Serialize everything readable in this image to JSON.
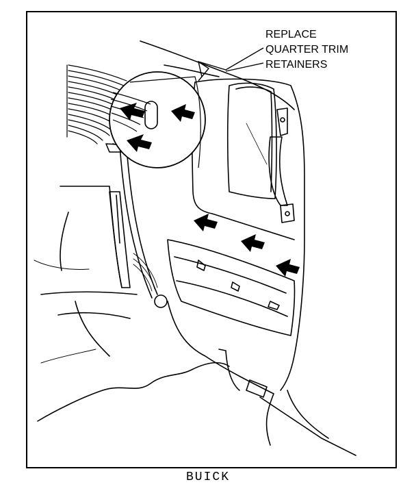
{
  "callout": {
    "line1": "REPLACE",
    "line2": "QUARTER TRIM",
    "line3": "RETAINERS"
  },
  "caption": "BUICK",
  "colors": {
    "ink": "#000000",
    "paper": "#ffffff"
  }
}
